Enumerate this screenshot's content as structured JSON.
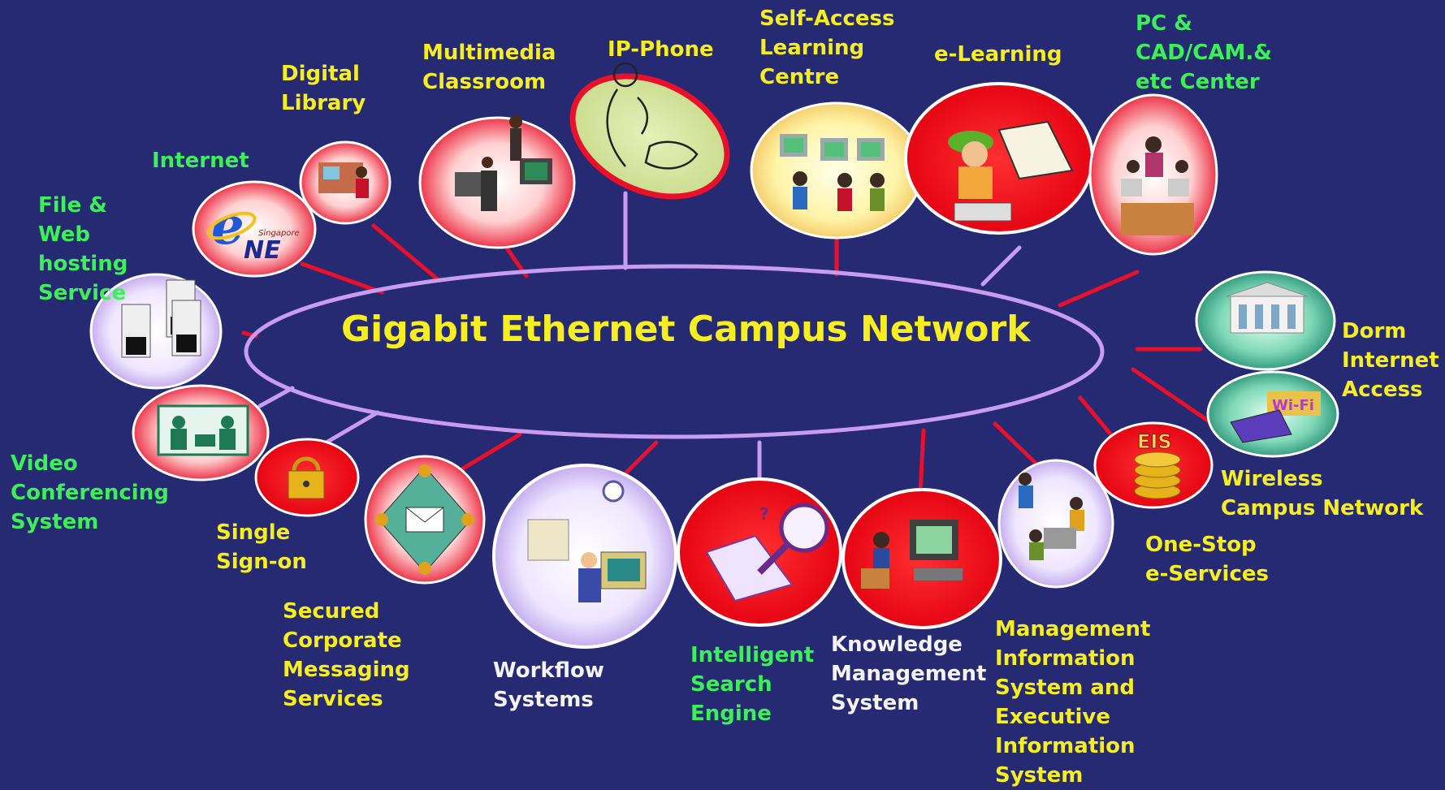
{
  "diagram": {
    "center_label": "Gigabit Ethernet Campus Network",
    "nodes": [
      {
        "id": "internet",
        "label": "Internet",
        "icon": "internet-explorer-singapore-one-icon"
      },
      {
        "id": "digital-library",
        "label": "Digital\nLibrary",
        "icon": "person-at-computer-icon"
      },
      {
        "id": "multimedia-classroom",
        "label": "Multimedia\nClassroom",
        "icon": "classroom-computers-icon"
      },
      {
        "id": "ip-phone",
        "label": "IP-Phone",
        "icon": "phone-handset-icon"
      },
      {
        "id": "self-access",
        "label": "Self-Access\nLearning\nCentre",
        "icon": "learning-centre-computers-icon"
      },
      {
        "id": "e-learning",
        "label": "e-Learning",
        "icon": "student-reading-book-icon"
      },
      {
        "id": "pc-cad",
        "label": "PC &\nCAD/CAM.&\netc Center",
        "icon": "computer-lab-people-icon"
      },
      {
        "id": "dorm",
        "label": "Dorm\nInternet\nAccess",
        "icon": "dormitory-building-icon"
      },
      {
        "id": "wireless",
        "label": "Wireless\nCampus Network",
        "icon": "wifi-laptop-icon",
        "icon_text": "Wi-Fi"
      },
      {
        "id": "one-stop",
        "label": "One-Stop\ne-Services",
        "icon": "coin-stack-icon",
        "icon_text": "EIS"
      },
      {
        "id": "mis",
        "label": "Management\nInformation\nSystem and\nExecutive\nInformation\nSystem",
        "icon": "office-meeting-icon"
      },
      {
        "id": "knowledge",
        "label": "Knowledge\nManagement\nSystem",
        "icon": "person-with-monitor-icon"
      },
      {
        "id": "search",
        "label": "Intelligent\nSearch\nEngine",
        "icon": "magnifier-search-icon"
      },
      {
        "id": "workflow",
        "label": "Workflow\n     Systems",
        "icon": "worker-at-desk-icon"
      },
      {
        "id": "messaging",
        "label": "Secured\nCorporate\nMessaging\nServices",
        "icon": "secure-envelope-icon"
      },
      {
        "id": "sso",
        "label": "Single\nSign-on",
        "icon": "padlock-key-icon"
      },
      {
        "id": "video",
        "label": "Video\nConferencing\nSystem",
        "icon": "video-meeting-icon"
      },
      {
        "id": "hosting",
        "label": "File &\nWeb\nhosting\nService",
        "icon": "server-towers-icon"
      }
    ]
  },
  "colors": {
    "background": "#262a72",
    "yellow_text": "#f7ee21",
    "green_text": "#3cf05a",
    "white_text": "#f4f4f4",
    "ellipse_stroke": "#c89cf0",
    "red_link": "#e8102a",
    "lavender_link": "#c89cf0"
  }
}
